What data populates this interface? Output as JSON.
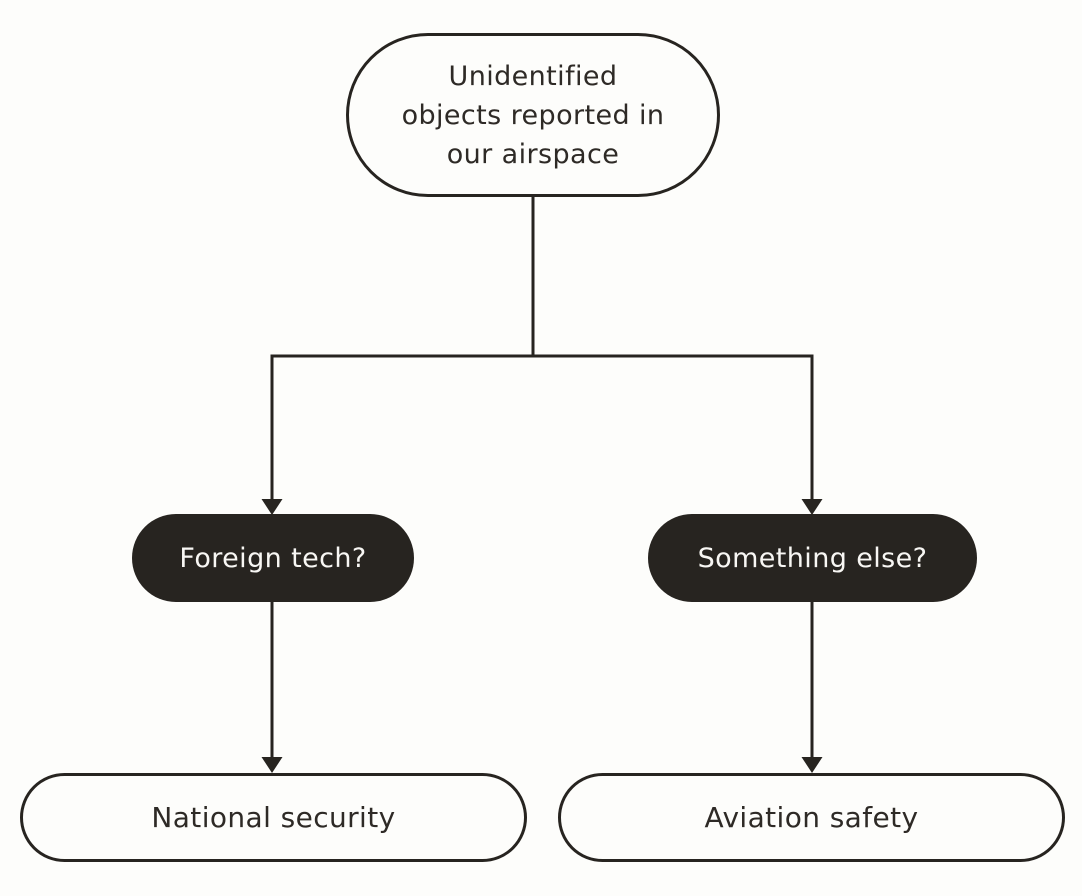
{
  "diagram": {
    "type": "flowchart",
    "nodes": {
      "root": {
        "label": "Unidentified\nobjects reported in\nour airspace",
        "shape": "capsule-outline"
      },
      "branch_left": {
        "label": "Foreign tech?",
        "shape": "pill-dark"
      },
      "branch_right": {
        "label": "Something else?",
        "shape": "pill-dark"
      },
      "outcome_left": {
        "label": "National security",
        "shape": "pill-outline"
      },
      "outcome_right": {
        "label": "Aviation safety",
        "shape": "pill-outline"
      }
    },
    "edges": [
      {
        "from": "root",
        "to": "branch_left",
        "arrow": true
      },
      {
        "from": "root",
        "to": "branch_right",
        "arrow": true
      },
      {
        "from": "branch_left",
        "to": "outcome_left",
        "arrow": true
      },
      {
        "from": "branch_right",
        "to": "outcome_right",
        "arrow": true
      }
    ],
    "colors": {
      "background": "#fdfdfb",
      "ink": "#272420",
      "node_fill": "#fdfdfb",
      "node_text": "#2e2a26",
      "dark_node_fill": "#272420",
      "dark_node_text": "#f8f7f4"
    }
  }
}
